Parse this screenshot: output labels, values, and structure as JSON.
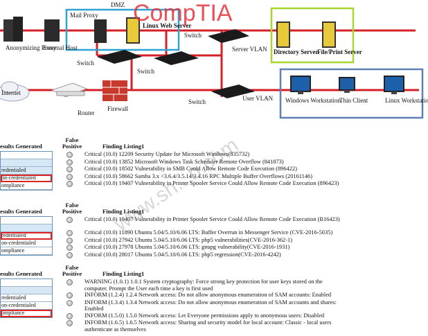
{
  "watermark": {
    "brand": "CompTIA",
    "site": "www.sh...n.com"
  },
  "diagram": {
    "dmz_label": "DMZ",
    "nodes": {
      "anonymizing_proxy": "Anonymizing Proxy",
      "external_host": "External Host",
      "mail_proxy": "Mail Proxy",
      "linux_web_server": "Linux Web Server",
      "switch_top": "Switch",
      "switch_mid_left": "Switch",
      "switch_mid": "Switch",
      "switch_bottom": "Switch",
      "server_vlan": "Server VLAN",
      "directory_server": "Directory Server",
      "file_print_server": "File/Print Server",
      "internet": "Internet",
      "router": "Router",
      "firewall": "Firewall",
      "user_vlan": "User VLAN",
      "windows_workstation": "Windows Workstation",
      "thin_client": "Thin Client",
      "linux_workstation": "Linux Workstation"
    }
  },
  "sections": [
    {
      "title": "esults Generated",
      "fp_header": "False Positive",
      "fl_header": "Finding Listing1",
      "options": [
        {
          "label": "",
          "style": "blank"
        },
        {
          "label": "",
          "style": "shade"
        },
        {
          "label": "redentialed",
          "style": "shade"
        },
        {
          "label": "on-credentialed",
          "style": "sel"
        },
        {
          "label": "ompliance",
          "style": "blank"
        }
      ],
      "findings": [
        "Critical (10.0) 12209 Security Update for Microsoft Windows(835732)",
        "Critical (10.0) 13852 Microsoft Windows Task Scheduler Remote Overflow (841873)",
        "Critical (10.0) 18502 Vulnerability in SMB Could Allow Remote Code Execution (896422)",
        "Critical (10.0) 58662 Samba 3.x <3.6.4/3.5.14/3.4.16 RPC Multiple Buffer Overflows (20161146)",
        "Critical (10.0) 19407 Vulnerability in Printer Spooler Service Could Allow Remote Code Execution (896423)"
      ]
    },
    {
      "title": "esults Generated",
      "fp_header": "False Positive",
      "fl_header": "Finding Listing1",
      "options": [
        {
          "label": "",
          "style": "blank"
        },
        {
          "label": "",
          "style": "shade"
        },
        {
          "label": "redentialed",
          "style": "sel"
        },
        {
          "label": "on-credentialed",
          "style": "blank"
        },
        {
          "label": "ompliance",
          "style": "blank"
        }
      ],
      "findings": [
        "Critical (10.0) 19407 Vulnerability in Printer Spooler Service Could Allow Remote Code Execution (B16423)",
        "Critical (10.0) 11890 Ubuntu 5.04/5.10/6.06 LTS: Buffer Overrun in Messenger Service (CVE-2016-5035)",
        "Critical (10.0) 27942 Ubuntu 5.04/5.10/6.06 LTS: php5 vulnerabilities(CVE-2016-362-1)",
        "Critical (10.0) 27978 Ubuntu 5.04/5.10/6.06 LTS: gnupg vulnerability(CVE-2016-1931)",
        "Critical (10.0) 28017 Ubuntu 5.04/5.10/6.06 LTS: php5 regression(CVE-2016-4242)"
      ]
    },
    {
      "title": "esults Generated",
      "fp_header": "False Positive",
      "fl_header": "Finding Listing1",
      "options": [
        {
          "label": "",
          "style": "blank"
        },
        {
          "label": "",
          "style": "shade"
        },
        {
          "label": "redentialed",
          "style": "blank"
        },
        {
          "label": "on-credentialed",
          "style": "blank"
        },
        {
          "label": "ompliance",
          "style": "sel"
        }
      ],
      "findings": [
        "WARNING (1.0.1) 1.0.1 System cryptography: Force strong key protection for user keys stored on the computer. Prompt the User each time a key is first used",
        "INFORM (1.2.4) 1.2.4 Network access: Do not allow anonymous enumeration of SAM accounts: Enabled",
        "INFORM (1.3.4) 1.3.4 Network access: Do not allow anonymous enumeration of SAM accounts and shares: Enabled",
        "INFORM (1.5.0) 1.5.0 Network access: Let Everyone permissions apply to anonymous users: Disabled",
        "INFORM (1.6.5) 1.6.5 Network access: Sharing and security model for local account: Classic - local users authenticate as themselves"
      ]
    }
  ]
}
